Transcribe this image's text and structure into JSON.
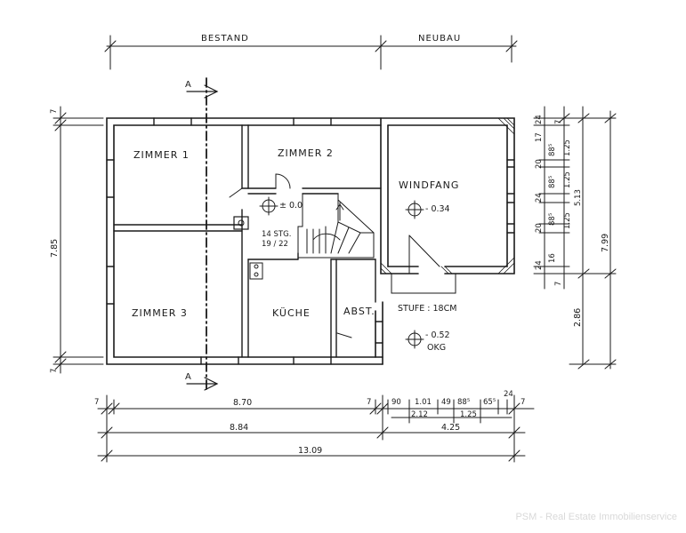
{
  "sections": {
    "left": "BESTAND",
    "right": "NEUBAU"
  },
  "section_marker": "A",
  "rooms": {
    "zimmer1": "ZIMMER 1",
    "zimmer2": "ZIMMER 2",
    "zimmer3": "ZIMMER 3",
    "kueche": "KÜCHE",
    "abst": "ABST.",
    "windfang": "WINDFANG"
  },
  "levels": {
    "main": "± 0.0",
    "windfang": "- 0.34",
    "outside": "- 0.52",
    "okg": "OKG"
  },
  "stair": {
    "count": "14 STG.",
    "ratio": "19 / 22"
  },
  "step_note": "STUFE : 18CM",
  "dims_bottom": {
    "r1_left": "7",
    "r1_main": "8.70",
    "r1_wall": "7",
    "r1_a": "90",
    "r1_b": "1.01",
    "r1_c": "49",
    "r1_d": "88⁵",
    "r1_e": "65⁵",
    "r1_f": "24",
    "r1_g": "7",
    "r2_a": "2.12",
    "r2_b": "1.25",
    "r3_left": "8.84",
    "r3_right": "4.25",
    "r4_total": "13.09"
  },
  "dims_left": {
    "top": "7",
    "main": "7.85",
    "bottom": "7"
  },
  "dims_right": {
    "a": "24",
    "b": "7",
    "c": "17",
    "d": "20",
    "e": "88⁵",
    "f": "1.25",
    "g": "24",
    "h": "88⁵",
    "i": "1.25",
    "j": "5.13",
    "k": "20",
    "l": "88⁵",
    "m": "1.25",
    "n": "24",
    "o": "16",
    "p": "7",
    "total": "7.99",
    "lower": "2.86"
  },
  "watermark": "PSM - Real Estate Immobilienservice"
}
